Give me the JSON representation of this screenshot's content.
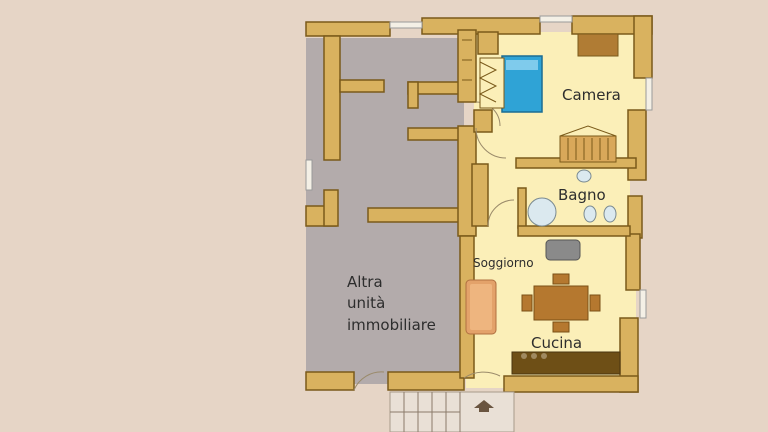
{
  "labels": {
    "other_unit_line1": "Altra",
    "other_unit_line2": "unità",
    "other_unit_line3": "immobiliare",
    "bedroom": "Camera",
    "bathroom": "Bagno",
    "living": "Soggiorno",
    "kitchen": "Cucina"
  },
  "colors": {
    "page_bg": "#e6d5c6",
    "wall": "#7a5a1a",
    "wall_fill": "#d9b25f",
    "apartment_floor": "#fbefb8",
    "other_unit_floor": "#b3abab",
    "bed": "#2fa3d6",
    "sofa": "#e3a26a",
    "table": "#b5782f",
    "counter": "#6e4f16",
    "fixture": "#dbe9ef"
  },
  "icons": {
    "entrance": "entrance-arrow-icon",
    "stairs": "stairs-icon"
  }
}
